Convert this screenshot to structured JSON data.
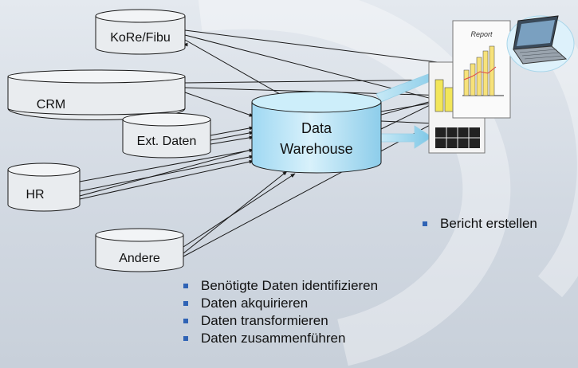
{
  "sources": [
    {
      "id": "kore",
      "label": "KoRe/Fibu"
    },
    {
      "id": "crm",
      "label": "CRM"
    },
    {
      "id": "ext",
      "label": "Ext. Daten"
    },
    {
      "id": "hr",
      "label": "HR"
    },
    {
      "id": "andere",
      "label": "Andere"
    }
  ],
  "warehouse": {
    "line1": "Data",
    "line2": "Warehouse"
  },
  "report": {
    "title": "Report"
  },
  "steps": [
    "Benötigte Daten identifizieren",
    "Daten akquirieren",
    "Daten transformieren",
    "Daten zusammenführen"
  ],
  "report_step": "Bericht erstellen",
  "colors": {
    "warehouse_fill": "#b7e4f7",
    "arrow": "#1a1a1a",
    "bullet": "#2f63b5",
    "big_arrow": "#8fd0ea"
  }
}
